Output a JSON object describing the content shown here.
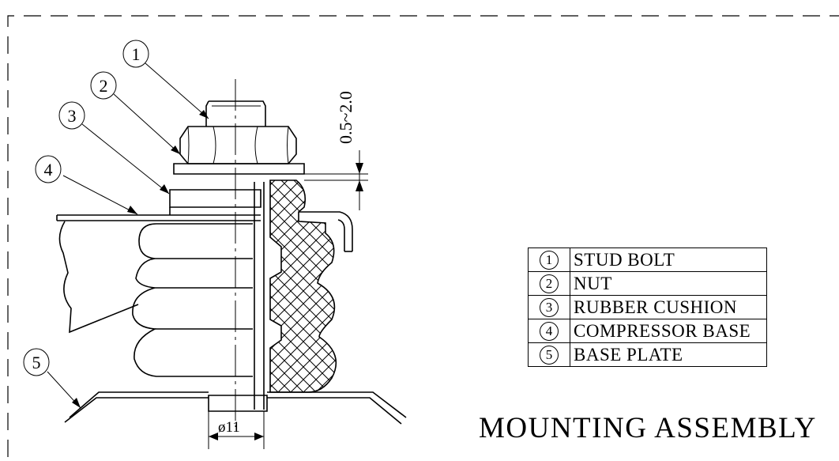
{
  "callouts": [
    "1",
    "2",
    "3",
    "4",
    "5"
  ],
  "dimensions": {
    "height": "0.5~2.0",
    "diameter": "ø11"
  },
  "legend": [
    {
      "num": "1",
      "name": "STUD BOLT"
    },
    {
      "num": "2",
      "name": "NUT"
    },
    {
      "num": "3",
      "name": "RUBBER CUSHION"
    },
    {
      "num": "4",
      "name": "COMPRESSOR BASE"
    },
    {
      "num": "5",
      "name": "BASE PLATE"
    }
  ],
  "title": "MOUNTING ASSEMBLY"
}
